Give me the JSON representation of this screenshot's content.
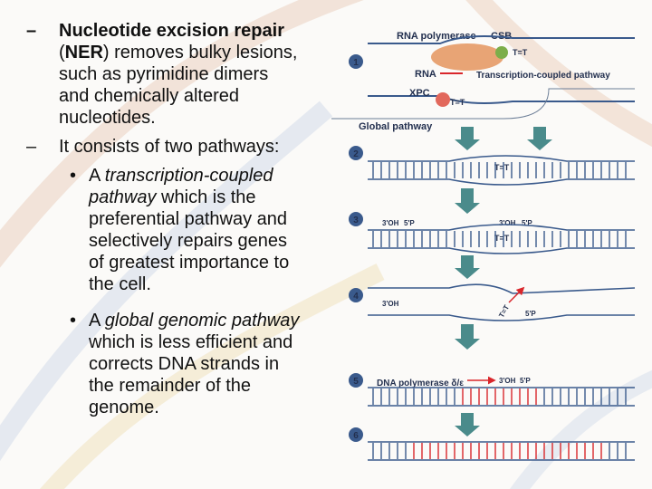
{
  "bullets": {
    "b1": {
      "dash": "–",
      "l1": "Nucleotide excision repair",
      "l2_open": "(",
      "l2_bold": "NER",
      "l2_rest": ") removes bulky lesions,",
      "l3": "such as pyrimidine dimers",
      "l4": "and chemically altered",
      "l5": "nucleotides."
    },
    "b2": {
      "dash": "–",
      "l1": "It consists of two pathways:"
    },
    "sub1": {
      "bullet": "•",
      "l1_a": "A ",
      "l1_i": "transcription-coupled",
      "l2_i": "pathway",
      "l2_rest": " which is the",
      "l3": "preferential pathway and",
      "l4": "selectively repairs genes",
      "l5": "of greatest importance to",
      "l6": "the cell."
    },
    "sub2": {
      "bullet": "•",
      "l1_a": "A ",
      "l1_i": "global genomic pathway",
      "l2": "which is less efficient and",
      "l3": "corrects DNA strands in",
      "l4": "the remainder of the",
      "l5": "genome."
    }
  },
  "figure": {
    "labels": {
      "rna_polymerase": "RNA polymerase",
      "csb": "CSB",
      "tt": "T=T",
      "rna": "RNA",
      "xpc": "XPC",
      "transcription_coupled": "Transcription-coupled pathway",
      "global": "Global pathway",
      "oh3": "3'OH",
      "p5": "5'P",
      "dna_polymerase": "DNA polymerase δ/ε"
    },
    "steps": [
      "1",
      "2",
      "3",
      "4",
      "5",
      "6"
    ]
  }
}
